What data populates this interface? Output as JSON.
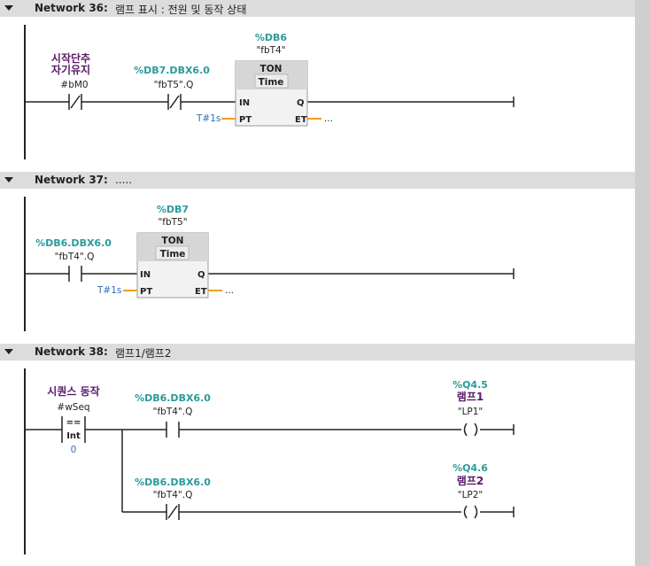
{
  "networks": [
    {
      "title": "Network 36:",
      "comment": "램프 표시 : 전원 및 동작 상태"
    },
    {
      "title": "Network 37:",
      "comment": "....."
    },
    {
      "title": "Network 38:",
      "comment": "램프1/램프2"
    }
  ],
  "n36": {
    "contact1": {
      "comment1": "시작단추",
      "comment2": "자기유지",
      "symbol": "#bM0"
    },
    "contact2": {
      "address": "%DB7.DBX6.0",
      "symbol": "\"fbT5\".Q"
    },
    "timer": {
      "db": "%DB6",
      "name": "\"fbT4\"",
      "type": "TON",
      "subtype": "Time",
      "in": "IN",
      "q": "Q",
      "pt": "PT",
      "et": "ET",
      "pt_value": "T#1s",
      "et_value": "..."
    }
  },
  "n37": {
    "contact1": {
      "address": "%DB6.DBX6.0",
      "symbol": "\"fbT4\".Q"
    },
    "timer": {
      "db": "%DB7",
      "name": "\"fbT5\"",
      "type": "TON",
      "subtype": "Time",
      "in": "IN",
      "q": "Q",
      "pt": "PT",
      "et": "ET",
      "pt_value": "T#1s",
      "et_value": "..."
    }
  },
  "n38": {
    "compare": {
      "comment": "시퀀스 동작",
      "symbol": "#wSeq",
      "op": "==",
      "type": "Int",
      "value": "0"
    },
    "contact1": {
      "address": "%DB6.DBX6.0",
      "symbol": "\"fbT4\".Q"
    },
    "coil1": {
      "address": "%Q4.5",
      "comment": "램프1",
      "symbol": "\"LP1\""
    },
    "contact2": {
      "address": "%DB6.DBX6.0",
      "symbol": "\"fbT4\".Q"
    },
    "coil2": {
      "address": "%Q4.6",
      "comment": "램프2",
      "symbol": "\"LP2\""
    }
  },
  "colors": {
    "header_bg": "#dcdcdc",
    "address": "#2a9a9a",
    "comment": "#5a1a6a",
    "constant": "#2f6fb5",
    "wire_pt": "#f0a000"
  }
}
